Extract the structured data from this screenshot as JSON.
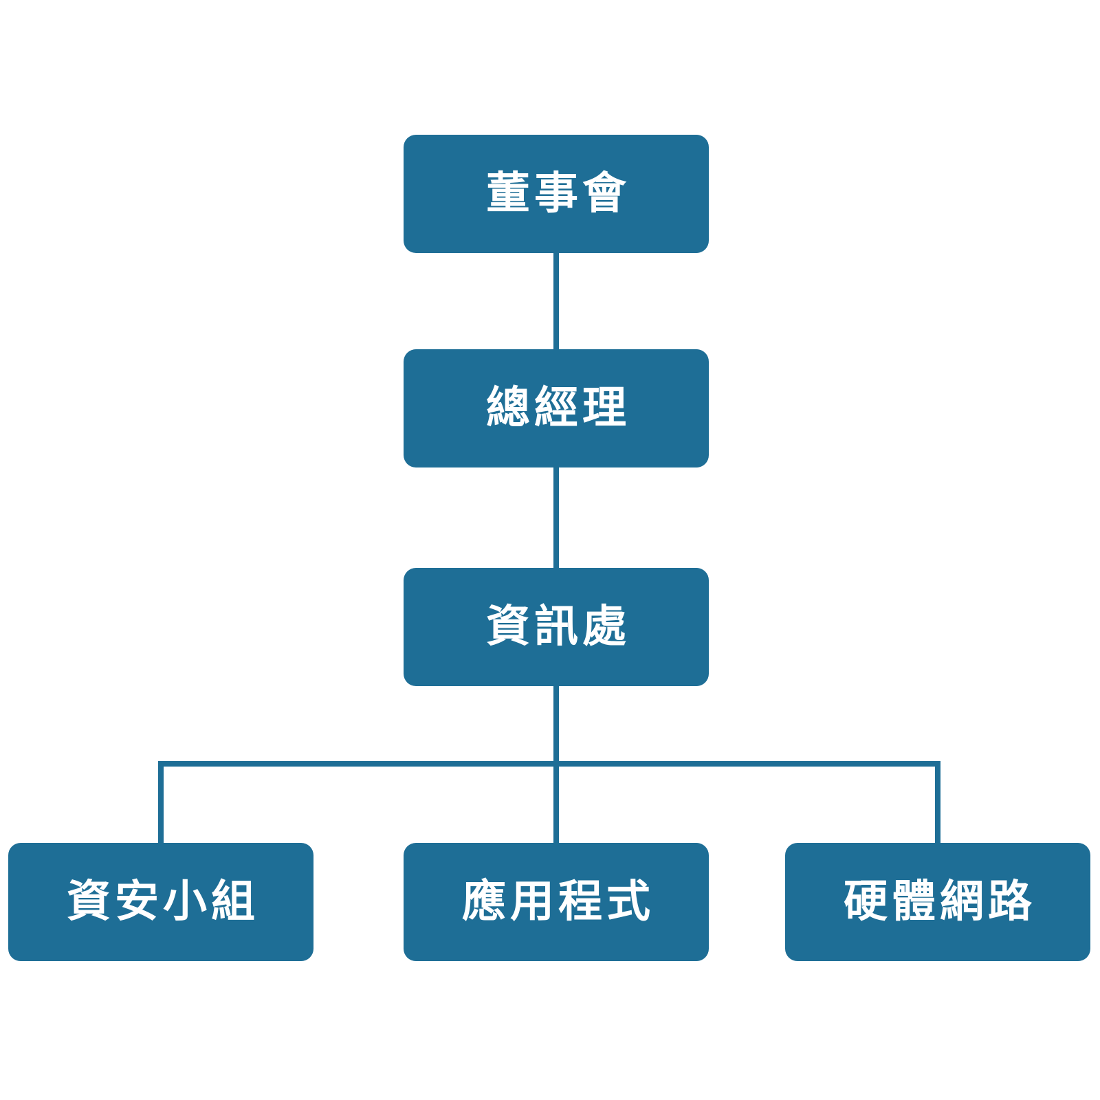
{
  "diagram": {
    "type": "org-chart",
    "background_color": "#FFFFFF",
    "node_fill_color": "#1E6E96",
    "node_text_color": "#FFFFFF",
    "connector_color": "#1E6E96",
    "nodes": {
      "board": {
        "label": "董事會",
        "level": 1
      },
      "general_manager": {
        "label": "總經理",
        "level": 2
      },
      "it_division": {
        "label": "資訊處",
        "level": 3
      },
      "security_team": {
        "label": "資安小組",
        "level": 4
      },
      "applications": {
        "label": "應用程式",
        "level": 4
      },
      "hardware_network": {
        "label": "硬體網路",
        "level": 4
      }
    },
    "hierarchy": [
      {
        "from": "董事會",
        "to": "總經理"
      },
      {
        "from": "總經理",
        "to": "資訊處"
      },
      {
        "from": "資訊處",
        "to": "資安小組"
      },
      {
        "from": "資訊處",
        "to": "應用程式"
      },
      {
        "from": "資訊處",
        "to": "硬體網路"
      }
    ]
  }
}
